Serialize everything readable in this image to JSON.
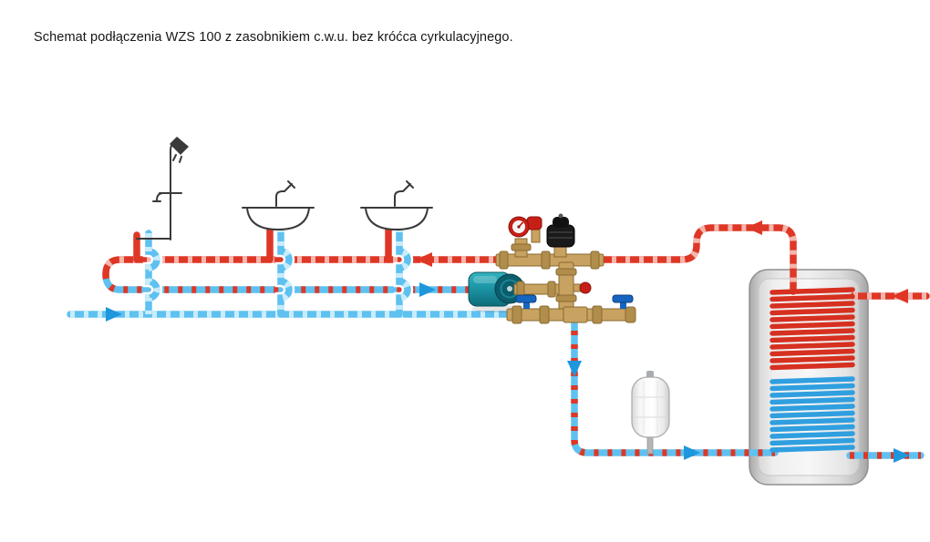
{
  "title": "Schemat podłączenia WZS 100 z zasobnikiem c.w.u. bez króćca cyrkulacyjnego.",
  "colors": {
    "hot": "#de3726",
    "hot_dash": "#f4b6ad",
    "cold": "#5ec1f0",
    "cold_dash": "#c9ecfb",
    "mixed_dash": "#de3726",
    "arrow_blue": "#1f97dd",
    "brass": "#c7a261",
    "brass_dark": "#8a6a30",
    "brass_nut": "#b08d4a",
    "pump_body": "#1d96a6",
    "pump_face": "#0b5d6b",
    "valve_blue": "#1565c0",
    "gauge_red": "#c62016",
    "black_valve": "#1a1a1a",
    "coil_hot": "#d63020",
    "coil_cold": "#2f9fe0",
    "fixture_line": "#3a3a3a",
    "tank_stroke": "#8f8f8f"
  },
  "components": {
    "shower": "shower",
    "washbasin_left": "washbasin",
    "washbasin_right": "washbasin",
    "circulation_pump": "circulation-pump",
    "safety_group": "safety-valve-with-pressure-gauge",
    "pressure_reducer": "pressure-reducing-valve",
    "manifold": "connection-manifold-with-shutoff-valves",
    "expansion_vessel": "expansion-vessel",
    "storage_tank": "dhw-storage-tank",
    "coil_top": "heating-coil-hot",
    "coil_bottom": "heating-coil-cold"
  },
  "flows": [
    {
      "name": "hot-water-to-fixtures",
      "direction": "left",
      "line": "hot"
    },
    {
      "name": "circulation-return",
      "direction": "right",
      "line": "mixed"
    },
    {
      "name": "cold-water-inlet",
      "direction": "right",
      "line": "cold"
    },
    {
      "name": "down-to-tank",
      "direction": "down",
      "line": "mixed"
    },
    {
      "name": "into-tank-bottom",
      "direction": "right",
      "line": "mixed"
    },
    {
      "name": "heating-supply-in",
      "direction": "left",
      "line": "hot"
    },
    {
      "name": "from-tank-top",
      "direction": "left",
      "line": "hot"
    },
    {
      "name": "heating-return-out",
      "direction": "right",
      "line": "mixed"
    }
  ]
}
